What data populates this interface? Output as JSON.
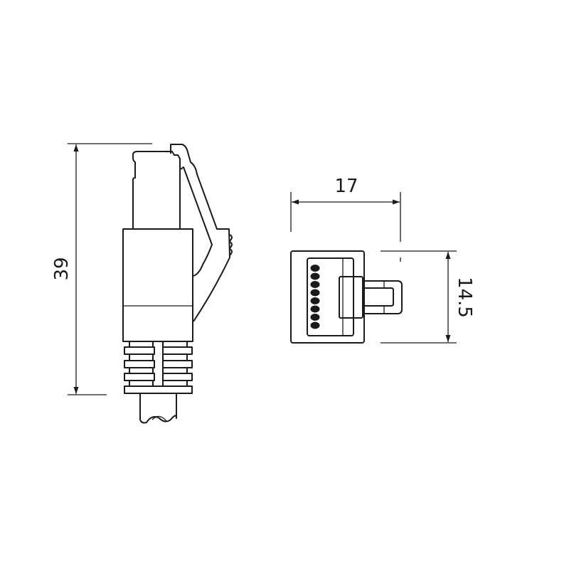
{
  "dimensions": {
    "height_label": "39",
    "width_label": "17",
    "depth_label": "14.5"
  },
  "colors": {
    "stroke": "#1a1a1a",
    "background": "#ffffff"
  },
  "contacts_count": 8
}
